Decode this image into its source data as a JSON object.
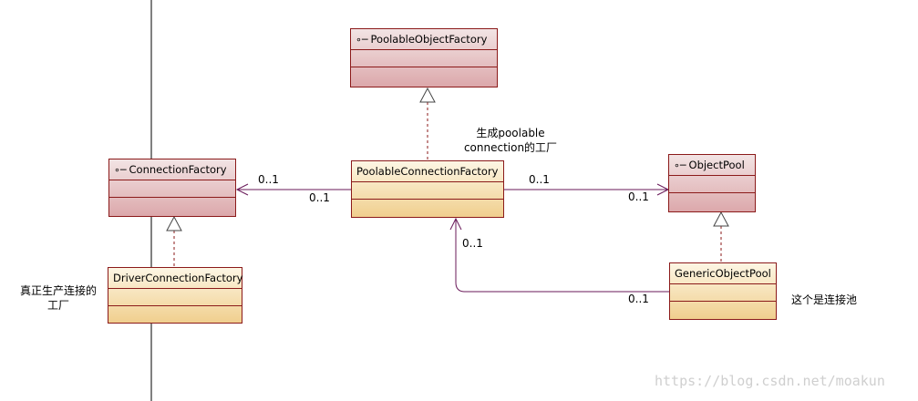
{
  "boxes": {
    "poolable_object_factory": {
      "name": "PoolableObjectFactory",
      "icon": "interface-icon"
    },
    "connection_factory": {
      "name": "ConnectionFactory",
      "icon": "interface-icon"
    },
    "poolable_connection_factory": {
      "name": "PoolableConnectionFactory"
    },
    "object_pool": {
      "name": "ObjectPool",
      "icon": "interface-icon"
    },
    "driver_connection_factory": {
      "name": "DriverConnectionFactory"
    },
    "generic_object_pool": {
      "name": "GenericObjectPool"
    }
  },
  "multiplicities": {
    "pcf_to_cf_near_cf": "0..1",
    "pcf_to_cf_near_pcf": "0..1",
    "pcf_to_op_near_pcf": "0..1",
    "pcf_to_op_near_op": "0..1",
    "gop_to_pcf_near_pcf": "0..1",
    "gop_to_pcf_near_gop": "0..1"
  },
  "notes": {
    "pcf_note_line1": "生成poolable",
    "pcf_note_line2": "connection的工厂",
    "dcf_note_line1": "真正生产连接的",
    "dcf_note_line2": "工厂",
    "gop_note": "这个是连接池"
  },
  "watermark": "https://blog.csdn.net/moakun",
  "colors": {
    "interface_border": "#8b1a1a",
    "association_line": "#6a1a5a",
    "realization_line": "#8b1a1a",
    "divider_line": "#000000"
  }
}
